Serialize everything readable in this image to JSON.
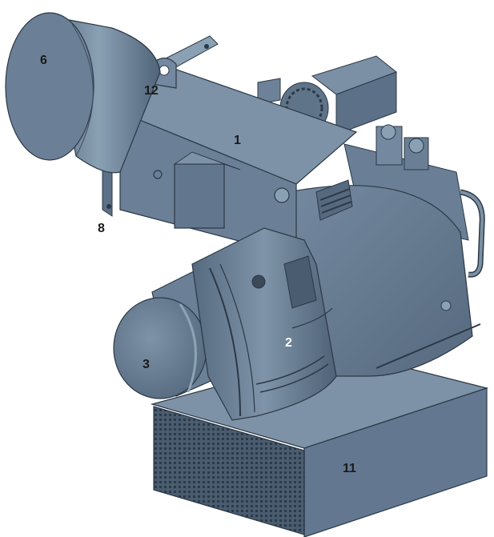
{
  "diagram": {
    "callouts": [
      {
        "id": "c6",
        "label": "6",
        "color": "#1a1a1a"
      },
      {
        "id": "c12",
        "label": "12",
        "color": "#1a1a1a"
      },
      {
        "id": "c1",
        "label": "1",
        "color": "#1a1a1a"
      },
      {
        "id": "c8",
        "label": "8",
        "color": "#1a1a1a"
      },
      {
        "id": "c2",
        "label": "2",
        "color": "#ffffff"
      },
      {
        "id": "c3",
        "label": "3",
        "color": "#1a1a1a"
      },
      {
        "id": "c11",
        "label": "11",
        "color": "#1a1a1a"
      }
    ]
  },
  "colors": {
    "metal": "#5f7489",
    "metal_dark": "#475a6c",
    "metal_light": "#8095a8",
    "outline": "#2b3846",
    "background": "#ffffff"
  }
}
